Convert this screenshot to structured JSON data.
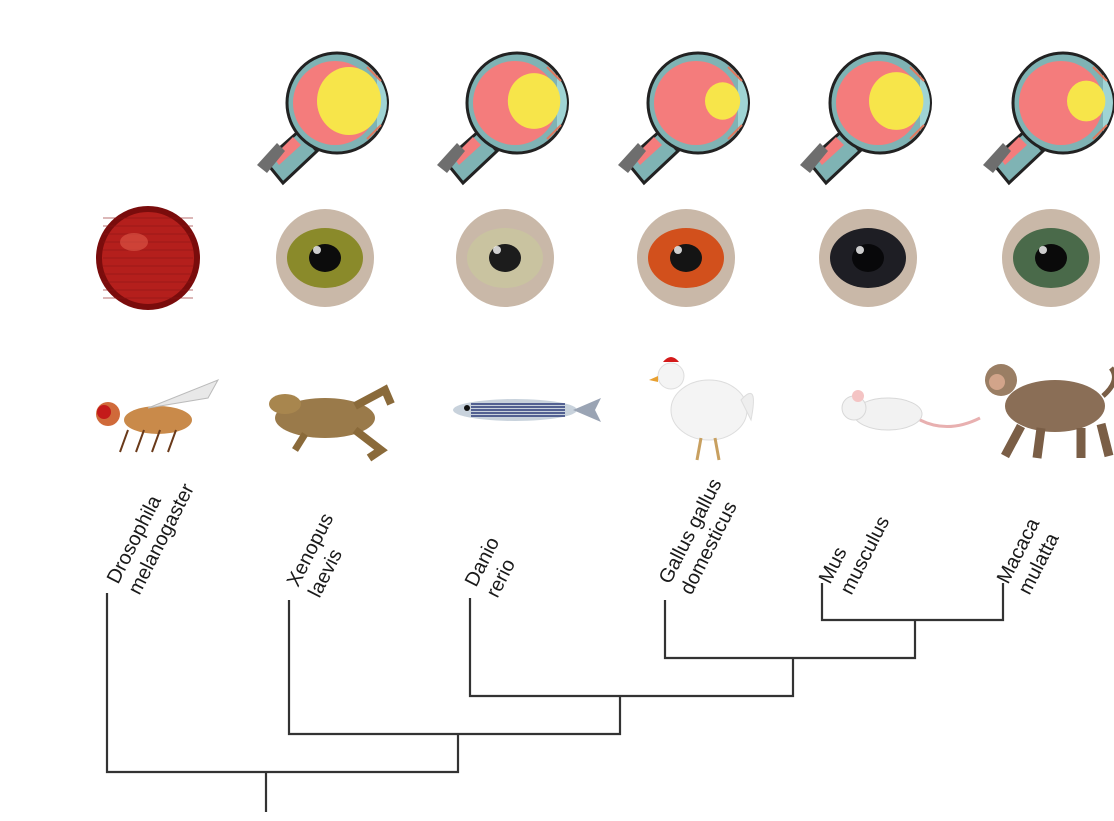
{
  "species": [
    {
      "line1": "Drosophila",
      "line2": "melanogaster",
      "organism": "fruit-fly",
      "eye_type": "compound",
      "iris_color": "#b41f1c",
      "pupil_color": "#7a0c0c",
      "has_schematic": false
    },
    {
      "line1": "Xenopus",
      "line2": "laevis",
      "organism": "frog",
      "eye_type": "camera",
      "iris_color": "#8a8a2a",
      "pupil_color": "#0c0c0c",
      "has_schematic": true
    },
    {
      "line1": "Danio",
      "line2": "rerio",
      "organism": "zebrafish",
      "eye_type": "camera",
      "iris_color": "#c9c3a0",
      "pupil_color": "#1c1c1c",
      "has_schematic": true
    },
    {
      "line1": "Gallus gallus",
      "line2": "domesticus",
      "organism": "chicken",
      "eye_type": "camera",
      "iris_color": "#d2501c",
      "pupil_color": "#141414",
      "has_schematic": true
    },
    {
      "line1": "Mus",
      "line2": "musculus",
      "organism": "mouse",
      "eye_type": "camera",
      "iris_color": "#1e1e24",
      "pupil_color": "#08080a",
      "has_schematic": true
    },
    {
      "line1": "Macaca",
      "line2": "mulatta",
      "organism": "macaque",
      "eye_type": "camera",
      "iris_color": "#4a6a4a",
      "pupil_color": "#0a0a0a",
      "has_schematic": true
    }
  ],
  "schematic_colors": {
    "outline": "#222222",
    "sclera": "#7fb3b4",
    "vitreous": "#f47c7c",
    "lens": "#f7e54a",
    "muscle": "#6e6e6e",
    "cornea": "#9fd4d4"
  },
  "tree_color": "#333333"
}
